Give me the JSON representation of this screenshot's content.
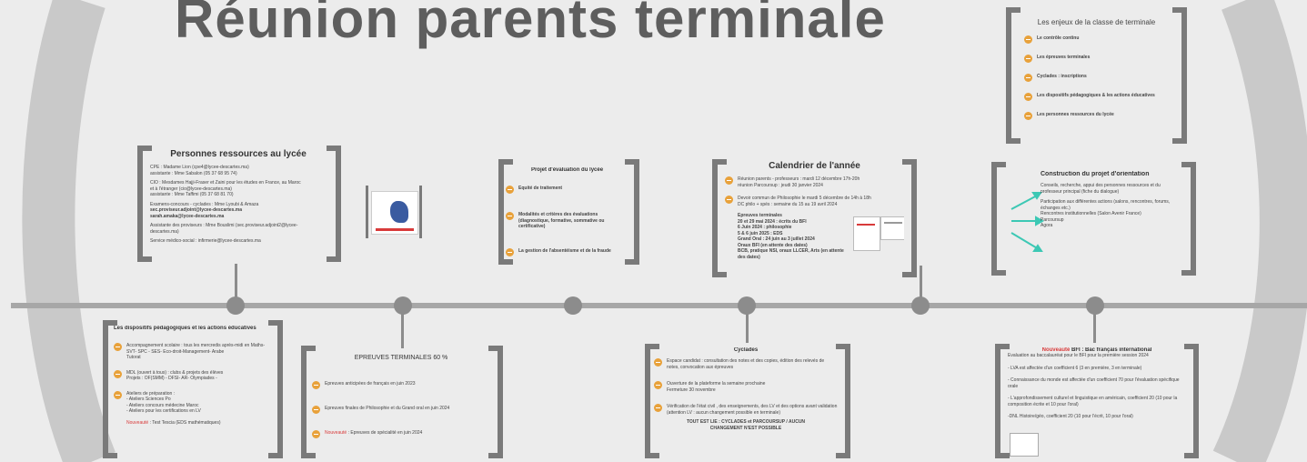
{
  "title": "Réunion parents terminale",
  "enjeux": {
    "title": "Les enjeux de la classe de terminale",
    "items": [
      "Le contrôle continu",
      "Les épreuves terminales",
      "Cyclades : inscriptions",
      "Les dispositifs pédagogiques & les actions éducatives",
      "Les personnes ressources du lycée"
    ]
  },
  "personnes": {
    "title": "Personnes ressources au lycée",
    "lines": [
      "CPE : Madame Lion (cpe4@lycee-descartes.ma)",
      "assistante : Mme Sabalon (05 37 68 95 74)",
      "CIO : Mesdames Hajji-Fraser et Zaini pour les études en France, au Maroc",
      "et à l'étranger (cio@lycee-descartes.ma)",
      "assistante : Mme Taffimi (05 37 68 81 70)",
      "Examens-concours - cyclades : Mme Lyoubi & Amaza",
      "sec.proviseur.adjoint@lycee-descartes.ma",
      "sarah.amaka@lycee-descartes.ma",
      "Assistante des proviseurs : Mme Bouslimi (sec.proviseur.adjoint2@lycee-descartes.ma)",
      "Service médico-social : infirmerie@lycee-descartes.ma"
    ]
  },
  "projet_eval": {
    "title": "Projet d'évaluation du lycée",
    "items": [
      "Equité de traitement",
      "Modalités et critères des évaluations (diagnostique, formative, sommative ou certificative)",
      "La gestion de l'absentéisme et de la fraude"
    ]
  },
  "calendrier": {
    "title": "Calendrier de l'année",
    "items": [
      "Réunion parents - professeurs : mardi 12 décembre 17h-20h\nréunion Parcoursup : jeudi 30 janvier 2024",
      "Devoir commun de Philosophie le mardi 5 décembre de 14h à 18h\nDC philo + spés : semaine du 15 au 19 avril 2024"
    ],
    "epreuves": [
      "Epreuves terminales",
      "20 et 29 mai 2024 : écrits du BFI",
      "6 Juin 2024 : philosophie",
      "5 & 6 juin 2025 : EDS",
      "Grand Oral : 24 juin au 3 juillet 2024",
      "Oraux BFI (en attente des dates)",
      "BCB, pratique NSI, oraux LLCER, Arts (en attente des dates)"
    ]
  },
  "orientation": {
    "title": "Construction du projet d'orientation",
    "lines": [
      "Conseils, recherche, appui des personnes ressources et du professeur principal (fiche du dialogue)",
      "Participation aux différentes actions (salons, rencontres, forums, échanges etc.)",
      "Rencontres institutionnelles (Salon Avenir France)",
      "Parcoursup",
      "Agora"
    ]
  },
  "dispositifs": {
    "title": "Les dispositifs pédagogiques et les actions éducatives",
    "items": [
      "Accompagnement scolaire : tous les mercredis après-midi en Maths- SVT- SPC - SES- Eco-droit-Management- Arabe\nTutorat",
      "MDL (ouvert à tous) : clubs & projets des élèves\nProjets : OF(SMM) - DFSI- AR- Olympiades -",
      "Ateliers de préparation :\n- Ateliers Sciences Po\n- Ateliers concours médecine Maroc\n- Ateliers pour les certifications en LV"
    ],
    "last_prefix": "Nouveauté",
    "last_text": " : Test Tescia (EDS mathématiques)"
  },
  "epreuves_term": {
    "title": "EPREUVES TERMINALES  60 %",
    "items": [
      "Epreuves anticipées de français en juin 2023",
      "Epreuves finales de Philosophie  et du Grand oral en juin 2024"
    ],
    "last_prefix": "Nouveauté",
    "last_text": " : Epreuves de spécialité en juin 2024"
  },
  "cyclades": {
    "title": "Cyclades",
    "items": [
      "Espace candidat : consultation des notes et des copies, édition des relevés de notes, convocation aux épreuves",
      "Ouverture de la plateforme la semaine prochaine\nFermeture 30 novembre",
      "Vérification de l'état civil , des enseignements, des LV et des options avant validation (attention LV : aucun changement possible en terminale)"
    ],
    "footer": "TOUT EST LIE : CYCLADES et PARCOURSUP / AUCUN CHANGEMENT N'EST POSSIBLE"
  },
  "bfi": {
    "title_prefix": "Nouveauté",
    "title_rest": " BFI : Bac français international",
    "lines": [
      "Evaluation au baccalauréat pour le BFI  pour la première session 2024",
      "- LVA est affectée d'un coefficient 6 (3 en première, 3 en terminale)",
      "- Connaissance du monde est affectée d'un coefficient 70 pour l'évaluation spécifique orale",
      "- L'approfondissement culturel et linguistique en américain, coefficient 20  (10 pour la composition écrite et 10 pour l'oral)",
      "-DNL Histoire/géo, coefficient 20 (10 pour l'écrit, 10 pour l'oral)"
    ]
  },
  "colors": {
    "bracket": "#7a7a7a",
    "bullet": "#e8a13a",
    "arrow": "#3cc8b4",
    "highlight": "#d83a3a"
  }
}
